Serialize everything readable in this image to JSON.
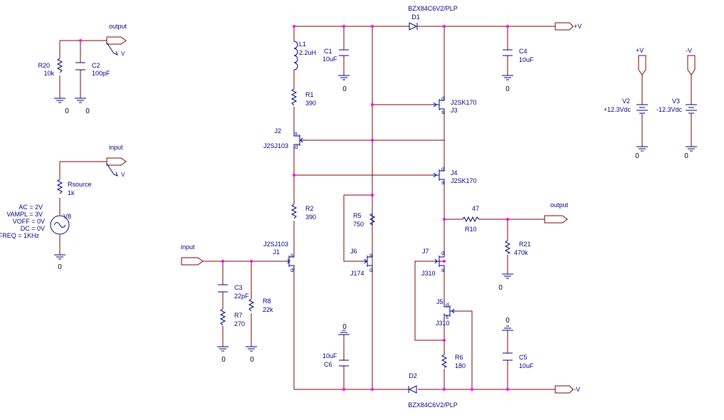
{
  "labels": {
    "output_port_top": "output",
    "r20_name": "R20",
    "r20_value": "10k",
    "c2_name": "C2",
    "c2_value": "100pF",
    "gnd_r20": "0",
    "gnd_c2": "0",
    "input_port_top": "input",
    "rsource_name": "Rsource",
    "rsource_value": "1k",
    "v8_name": "V8",
    "v8_ac": "AC = 2V",
    "v8_vampl": "VAMPL = 3V",
    "v8_voff": "VOFF = 0V",
    "v8_dc": "DC = 0V",
    "v8_freq": "FREQ = 1KHz",
    "gnd_v8": "0",
    "d1_part": "BZX84C6V2/PLP",
    "d1_name": "D1",
    "l1_name": "L1",
    "l1_value": "2.2uH",
    "c1_name": "C1",
    "c1_value": "10uF",
    "gnd_c1": "0",
    "c4_name": "C4",
    "c4_value": "10uF",
    "gnd_c4": "0",
    "vplus_port": "+V",
    "vminus_port": "-V",
    "r1_name": "R1",
    "r1_value": "390",
    "j3_part": "J2SK170",
    "j3_name": "J3",
    "j2_name": "J2",
    "j2_part": "J2SJ103",
    "j4_name": "J4",
    "j4_part": "J2SK170",
    "r2_name": "R2",
    "r2_value": "390",
    "r5_name": "R5",
    "r5_value": "750",
    "r10_value": "47",
    "r10_name": "R10",
    "output_port_mid": "output",
    "r21_name": "R21",
    "r21_value": "470k",
    "gnd_r21": "0",
    "input_port_mid": "input",
    "j1_part": "J2SJ103",
    "j1_name": "J1",
    "j6_name": "J6",
    "j6_part": "J174",
    "j7_name": "J7",
    "j7_part": "J310",
    "j5_name": "J5",
    "j5_part": "J310",
    "c3_name": "C3",
    "c3_value": "22pF",
    "r8_name": "R8",
    "r8_value": "22k",
    "r7_name": "R7",
    "r7_value": "270",
    "gnd_r7": "0",
    "gnd_r8": "0",
    "gnd_c6": "0",
    "c6_value": "10uF",
    "c6_name": "C6",
    "gnd_c5": "0",
    "r6_name": "R6",
    "r6_value": "180",
    "c5_name": "C5",
    "c5_value": "10uF",
    "d2_name": "D2",
    "d2_part": "BZX84C6V2/PLP",
    "vplus_top": "+V",
    "vminus_top": "-V",
    "v2_name": "V2",
    "v2_value": "+12.3Vdc",
    "v3_name": "V3",
    "v3_value": "-12.3Vdc",
    "gnd_v2": "0",
    "gnd_v3": "0",
    "pin_s": "s",
    "pin_d": "d",
    "probe_v": "V"
  },
  "colors": {
    "wire": "#800000",
    "part": "#000080",
    "junction": "#ff00ff",
    "background": "#ffffff"
  }
}
